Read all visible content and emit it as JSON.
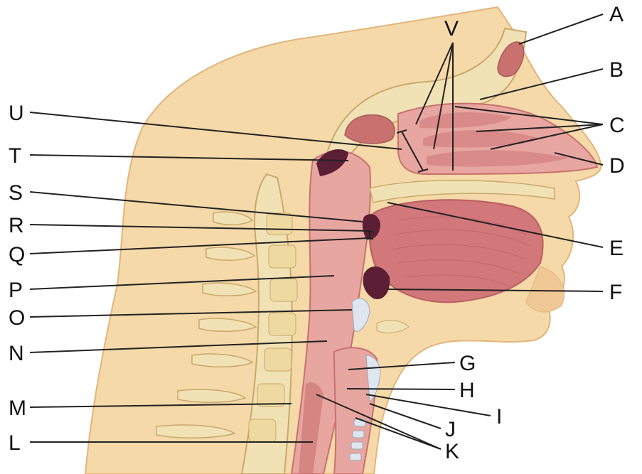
{
  "figure": {
    "labels": [
      "A",
      "B",
      "C",
      "D",
      "E",
      "F",
      "G",
      "H",
      "I",
      "J",
      "K",
      "L",
      "M",
      "N",
      "O",
      "P",
      "Q",
      "R",
      "S",
      "T",
      "U",
      "V"
    ]
  },
  "colors": {
    "skin": "#f5d9a8",
    "skin_edge": "#e2b57c",
    "bone": "#f1e2b6",
    "bone_edge": "#c9a86a",
    "tissue": "#e8a6a0",
    "tissue_dark": "#c8716f",
    "mucosa": "#d98b8a",
    "cavity": "#5a1f35",
    "tongue": "#d2787a",
    "cartilage": "#dfe6ef"
  }
}
